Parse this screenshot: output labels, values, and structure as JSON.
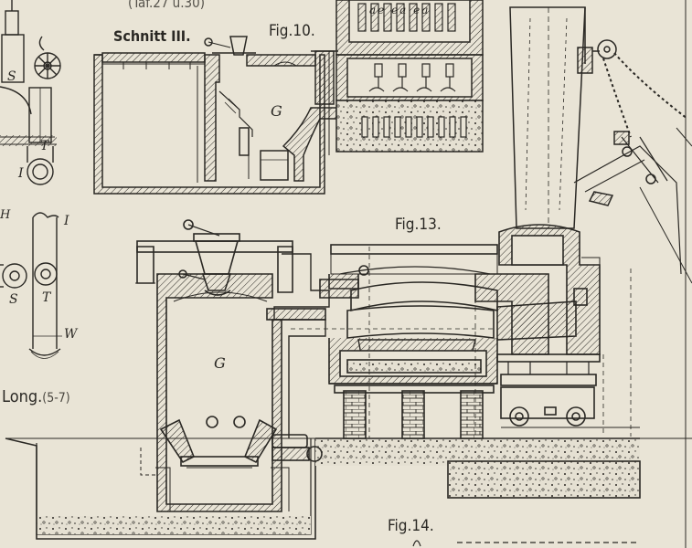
{
  "title": "Gasfeuerungs-Anlage (technische Zeichnung)",
  "labels": {
    "reference": "(Taf.27 u.30)",
    "section": "Schnitt III.",
    "fig10": "Fig.10.",
    "fig13": "Fig.13.",
    "fig14": "Fig.14.",
    "long_title": "Long.",
    "long_note": "(5-7)",
    "fig10_chamber": "G",
    "fig13_chamber": "G",
    "letter_s": "S",
    "letter_t": "T",
    "letter_i": "I",
    "pipe_h": "H",
    "pipe_i": "I",
    "pipe_s": "S",
    "pipe_t": "T",
    "pipe_w": "W",
    "grate_marks": "ae  ea  ea"
  },
  "colors": {
    "paper": "#e9e4d6",
    "ink": "#2a2824"
  }
}
